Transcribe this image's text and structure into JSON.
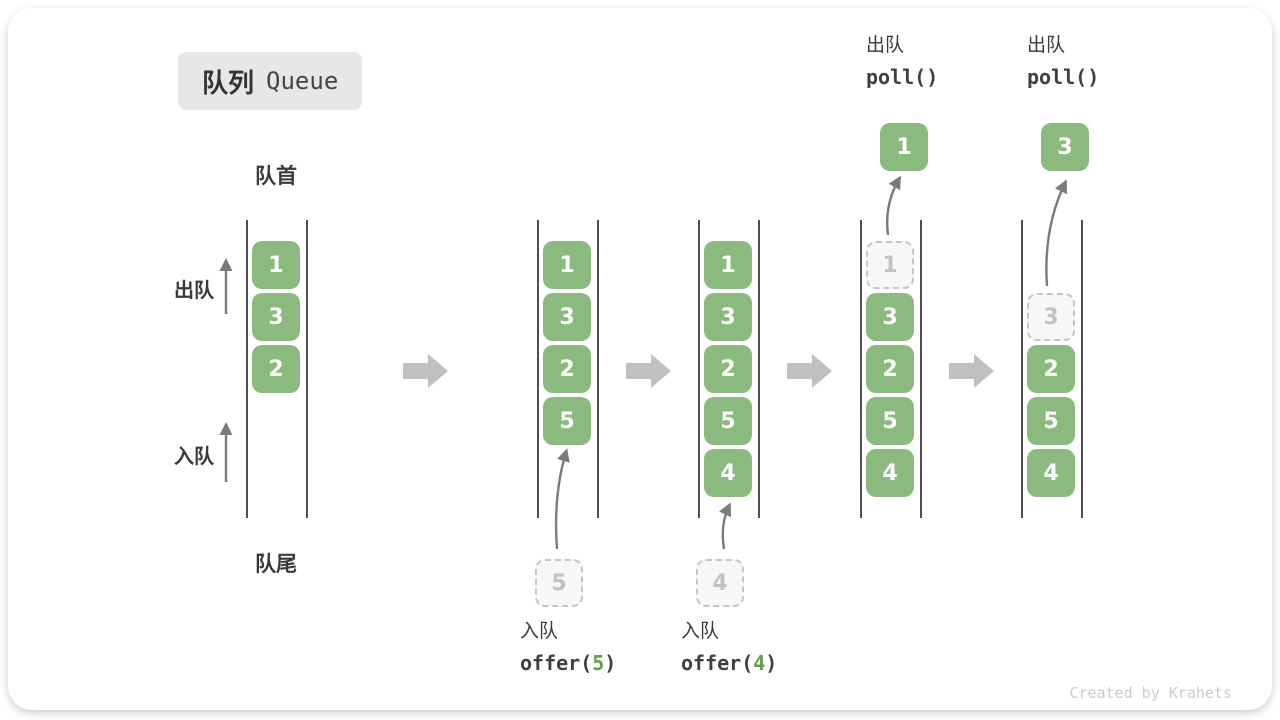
{
  "title": {
    "zh": "队列",
    "en": "Queue"
  },
  "front_label": "队首",
  "rear_label": "队尾",
  "side": {
    "dequeue": "出队",
    "enqueue": "入队"
  },
  "watermark": "Created by Krahets",
  "colors": {
    "cell_green": "#8bba7e",
    "cell_text": "#ffffff",
    "code_arg_green": "#5da04c",
    "dashed_cell_bg": "#f7f7f7",
    "dashed_cell_border": "#c6c6c6",
    "transition_arrow_grey": "#c0c0c0",
    "thin_arrow_grey": "#7a7a7a",
    "title_bg": "#e7e7e7"
  },
  "states": [
    {
      "cells": [
        {
          "v": "1",
          "slot": 0,
          "dashed": false
        },
        {
          "v": "3",
          "slot": 1,
          "dashed": false
        },
        {
          "v": "2",
          "slot": 2,
          "dashed": false
        }
      ]
    },
    {
      "cells": [
        {
          "v": "1",
          "slot": 0,
          "dashed": false
        },
        {
          "v": "3",
          "slot": 1,
          "dashed": false
        },
        {
          "v": "2",
          "slot": 2,
          "dashed": false
        },
        {
          "v": "5",
          "slot": 3,
          "dashed": false
        }
      ],
      "pending": {
        "v": "5"
      },
      "bottom": {
        "zh": "入队",
        "code_pre": "offer(",
        "arg": "5",
        "code_post": ")"
      }
    },
    {
      "cells": [
        {
          "v": "1",
          "slot": 0,
          "dashed": false
        },
        {
          "v": "3",
          "slot": 1,
          "dashed": false
        },
        {
          "v": "2",
          "slot": 2,
          "dashed": false
        },
        {
          "v": "5",
          "slot": 3,
          "dashed": false
        },
        {
          "v": "4",
          "slot": 4,
          "dashed": false
        }
      ],
      "pending": {
        "v": "4"
      },
      "bottom": {
        "zh": "入队",
        "code_pre": "offer(",
        "arg": "4",
        "code_post": ")"
      }
    },
    {
      "cells": [
        {
          "v": "1",
          "slot": 0,
          "dashed": true
        },
        {
          "v": "3",
          "slot": 1,
          "dashed": false
        },
        {
          "v": "2",
          "slot": 2,
          "dashed": false
        },
        {
          "v": "5",
          "slot": 3,
          "dashed": false
        },
        {
          "v": "4",
          "slot": 4,
          "dashed": false
        }
      ],
      "result": {
        "v": "1"
      },
      "top": {
        "zh": "出队",
        "code": "poll()"
      }
    },
    {
      "cells": [
        {
          "v": "3",
          "slot": 1,
          "dashed": true
        },
        {
          "v": "2",
          "slot": 2,
          "dashed": false
        },
        {
          "v": "5",
          "slot": 3,
          "dashed": false
        },
        {
          "v": "4",
          "slot": 4,
          "dashed": false
        }
      ],
      "result": {
        "v": "3"
      },
      "top": {
        "zh": "出队",
        "code": "poll()"
      }
    }
  ]
}
